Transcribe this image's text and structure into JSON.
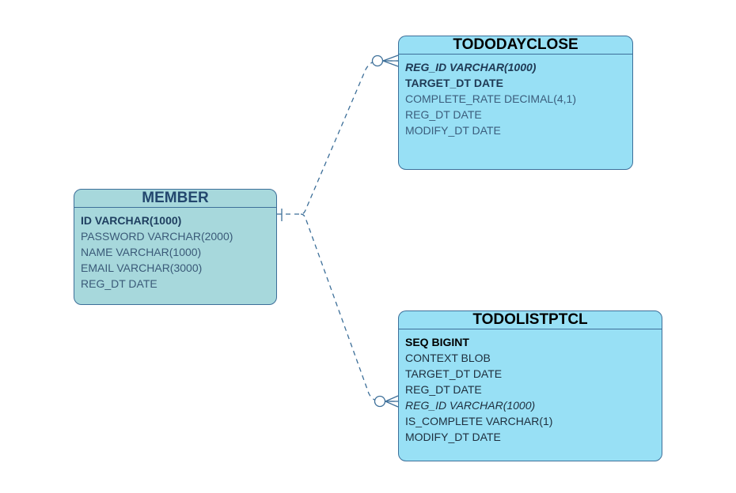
{
  "diagram": {
    "type": "entity-relationship",
    "colors": {
      "member_fill": "#a7d8dc",
      "table_fill": "#98e0f5",
      "border": "#3d6f99",
      "connector": "#3d6f99"
    },
    "entities": [
      {
        "id": "member",
        "name": "MEMBER",
        "fields": [
          {
            "text": "ID VARCHAR(1000)",
            "key": "pk"
          },
          {
            "text": "PASSWORD VARCHAR(2000)",
            "key": ""
          },
          {
            "text": "NAME VARCHAR(1000)",
            "key": ""
          },
          {
            "text": "EMAIL VARCHAR(3000)",
            "key": ""
          },
          {
            "text": "REG_DT DATE",
            "key": ""
          }
        ]
      },
      {
        "id": "tododayclose",
        "name": "TODODAYCLOSE",
        "fields": [
          {
            "text": "REG_ID VARCHAR(1000)",
            "key": "pk-fk"
          },
          {
            "text": "TARGET_DT DATE",
            "key": "pk"
          },
          {
            "text": "COMPLETE_RATE DECIMAL(4,1)",
            "key": ""
          },
          {
            "text": "REG_DT DATE",
            "key": ""
          },
          {
            "text": "MODIFY_DT DATE",
            "key": ""
          }
        ]
      },
      {
        "id": "todolistptcl",
        "name": "TODOLISTPTCL",
        "fields": [
          {
            "text": "SEQ BIGINT",
            "key": "pk"
          },
          {
            "text": "CONTEXT BLOB",
            "key": ""
          },
          {
            "text": "TARGET_DT DATE",
            "key": ""
          },
          {
            "text": "REG_DT DATE",
            "key": ""
          },
          {
            "text": "REG_ID VARCHAR(1000)",
            "key": "fk"
          },
          {
            "text": "IS_COMPLETE VARCHAR(1)",
            "key": ""
          },
          {
            "text": "MODIFY_DT DATE",
            "key": ""
          }
        ]
      }
    ],
    "relationships": [
      {
        "from": "member",
        "to": "tododayclose",
        "from_cardinality": "one",
        "to_cardinality": "zero-or-many",
        "line_style": "dashed"
      },
      {
        "from": "member",
        "to": "todolistptcl",
        "from_cardinality": "one",
        "to_cardinality": "zero-or-many",
        "line_style": "dashed"
      }
    ]
  }
}
